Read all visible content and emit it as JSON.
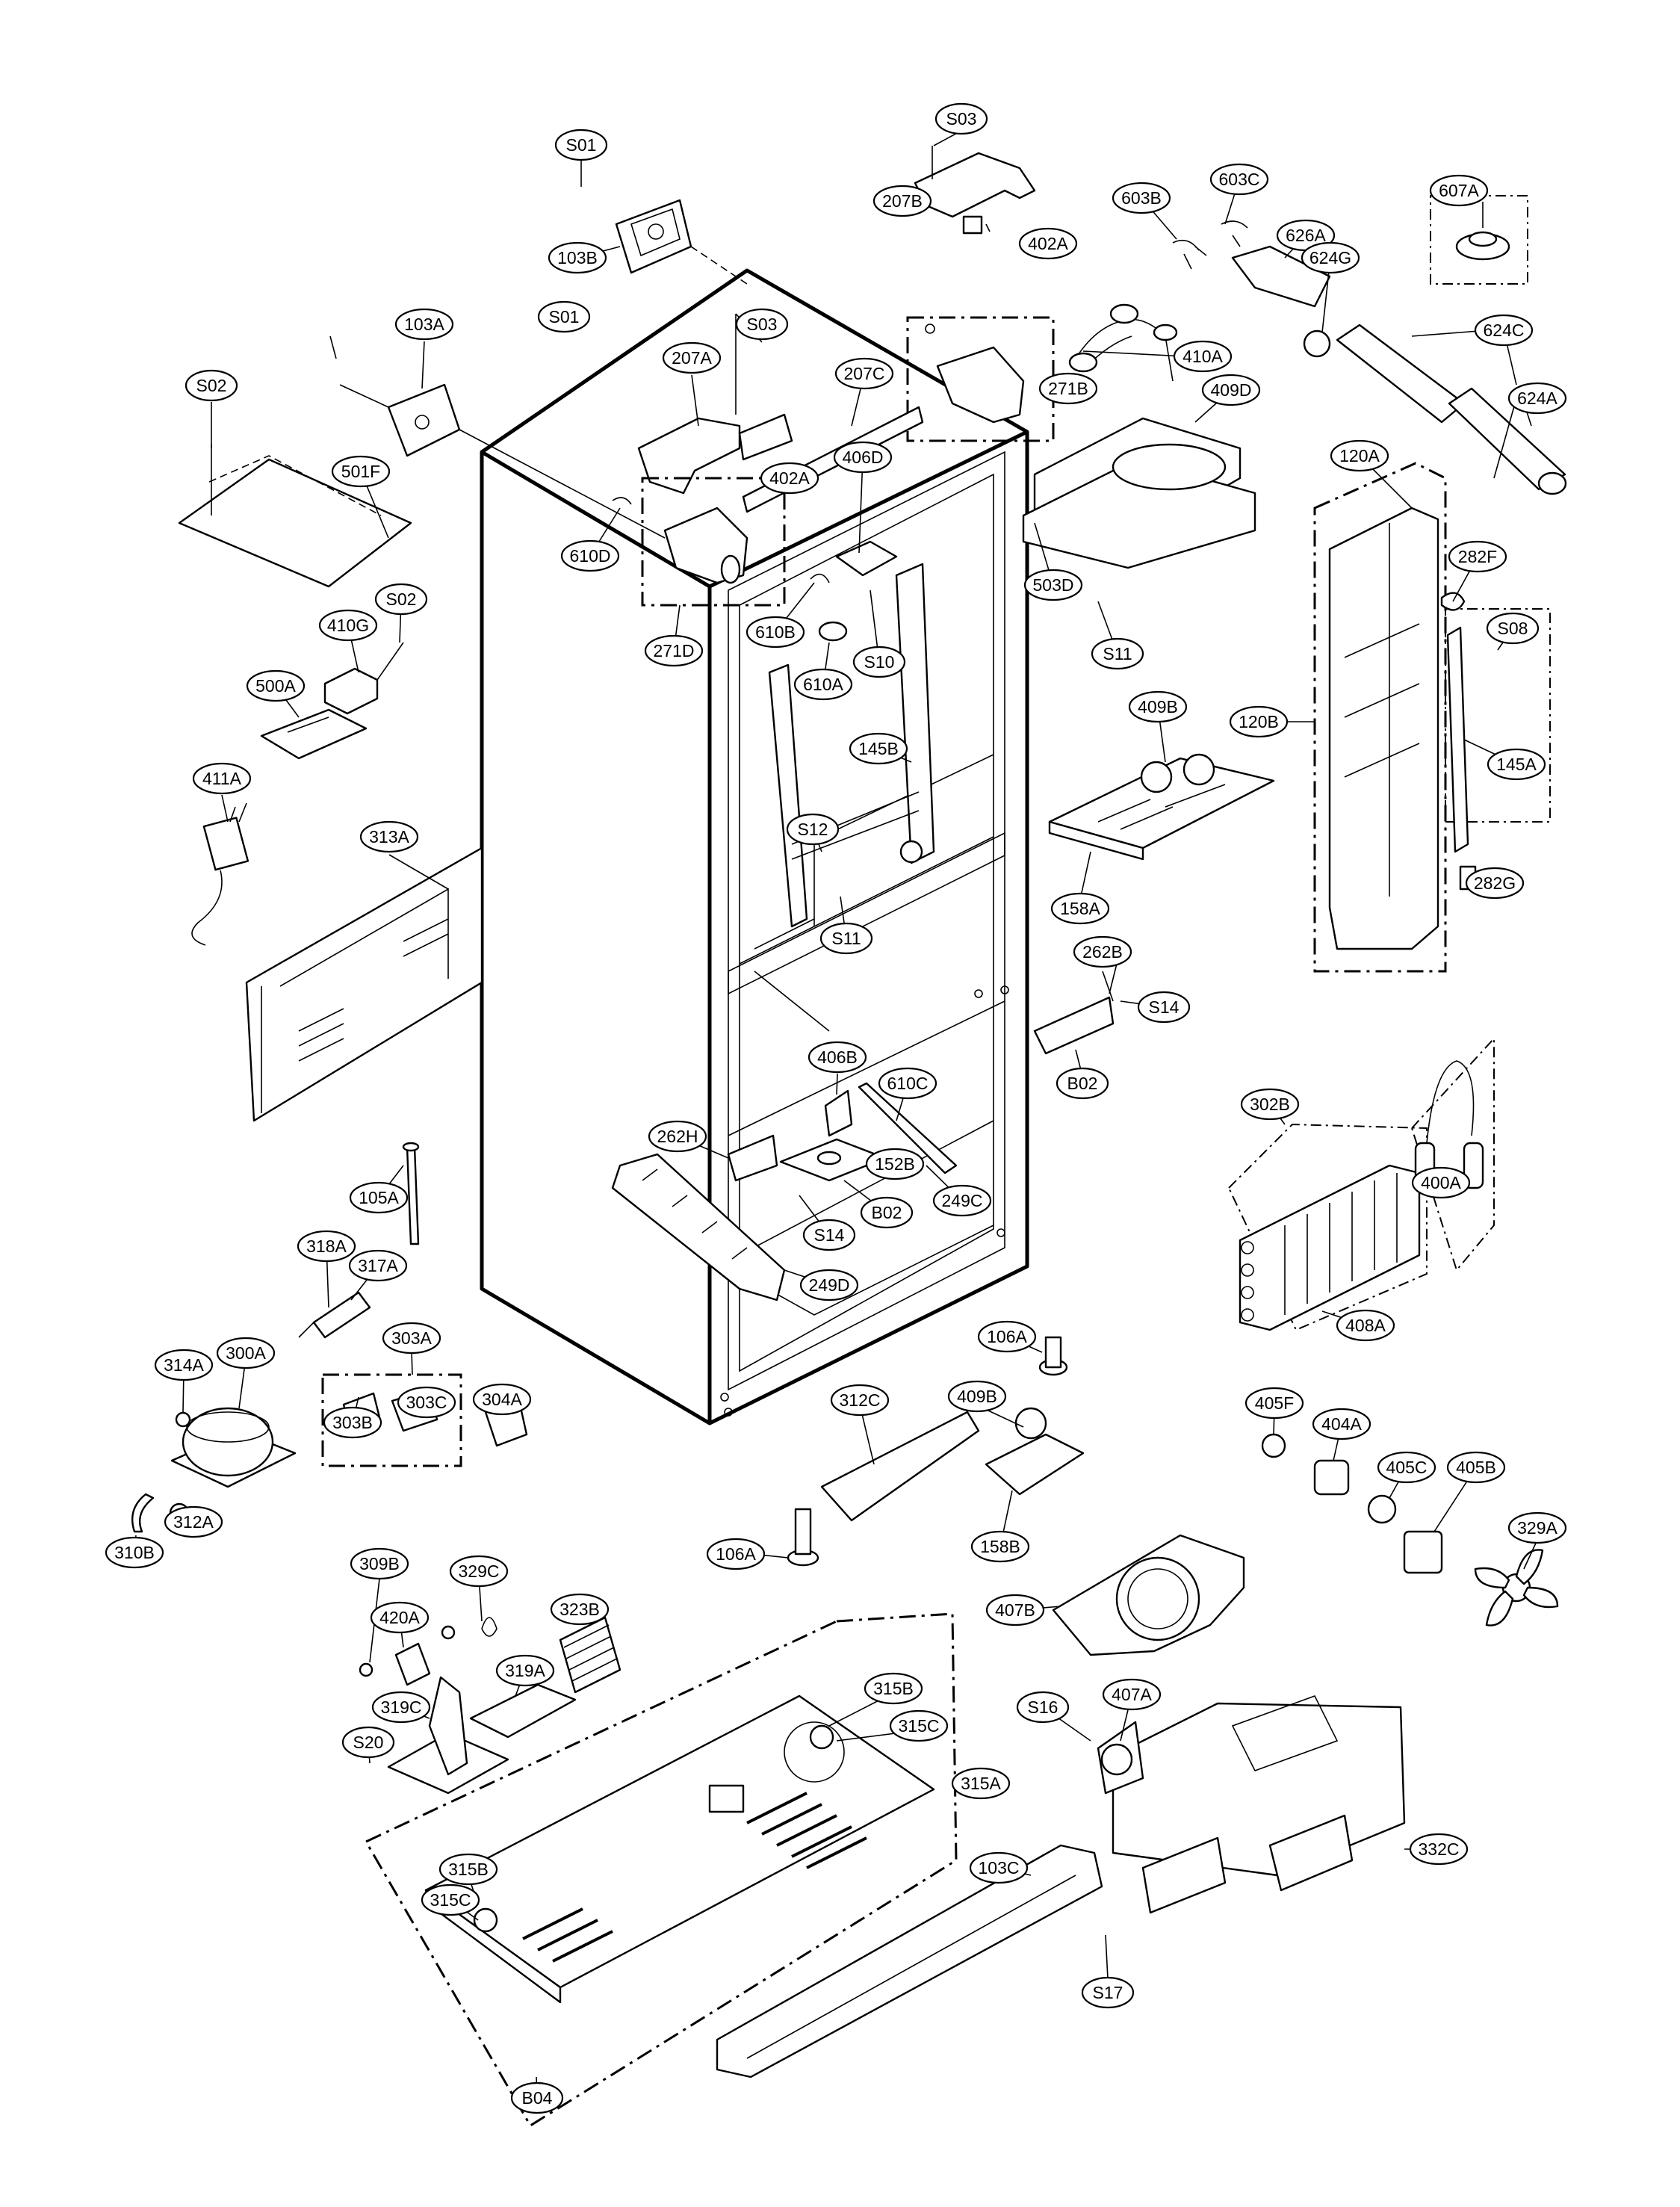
{
  "labels": [
    "S01",
    "S03",
    "207B",
    "402A",
    "603B",
    "603C",
    "607A",
    "103B",
    "626A",
    "624G",
    "S01",
    "103A",
    "207A",
    "S03",
    "207C",
    "271B",
    "410A",
    "624C",
    "S02",
    "501F",
    "402A",
    "406D",
    "409D",
    "624A",
    "610D",
    "120A",
    "271D",
    "610B",
    "610A",
    "S10",
    "503D",
    "282F",
    "S08",
    "410G",
    "S02",
    "S11",
    "500A",
    "145B",
    "409B",
    "120B",
    "145A",
    "411A",
    "S12",
    "313A",
    "282G",
    "S11",
    "158A",
    "262B",
    "S14",
    "B02",
    "406B",
    "610C",
    "302B",
    "400A",
    "262H",
    "152B",
    "249C",
    "B02",
    "S14",
    "105A",
    "318A",
    "317A",
    "249D",
    "408A",
    "303A",
    "106A",
    "314A",
    "300A",
    "312C",
    "409B",
    "303B",
    "303C",
    "304A",
    "405F",
    "404A",
    "405C",
    "405B",
    "312A",
    "310B",
    "106A",
    "158B",
    "329A",
    "309B",
    "329C",
    "323B",
    "407B",
    "420A",
    "319A",
    "315B",
    "315C",
    "319C",
    "407A",
    "S16",
    "S20",
    "315A",
    "332C",
    "103C",
    "315B",
    "315C",
    "S17",
    "B04"
  ]
}
